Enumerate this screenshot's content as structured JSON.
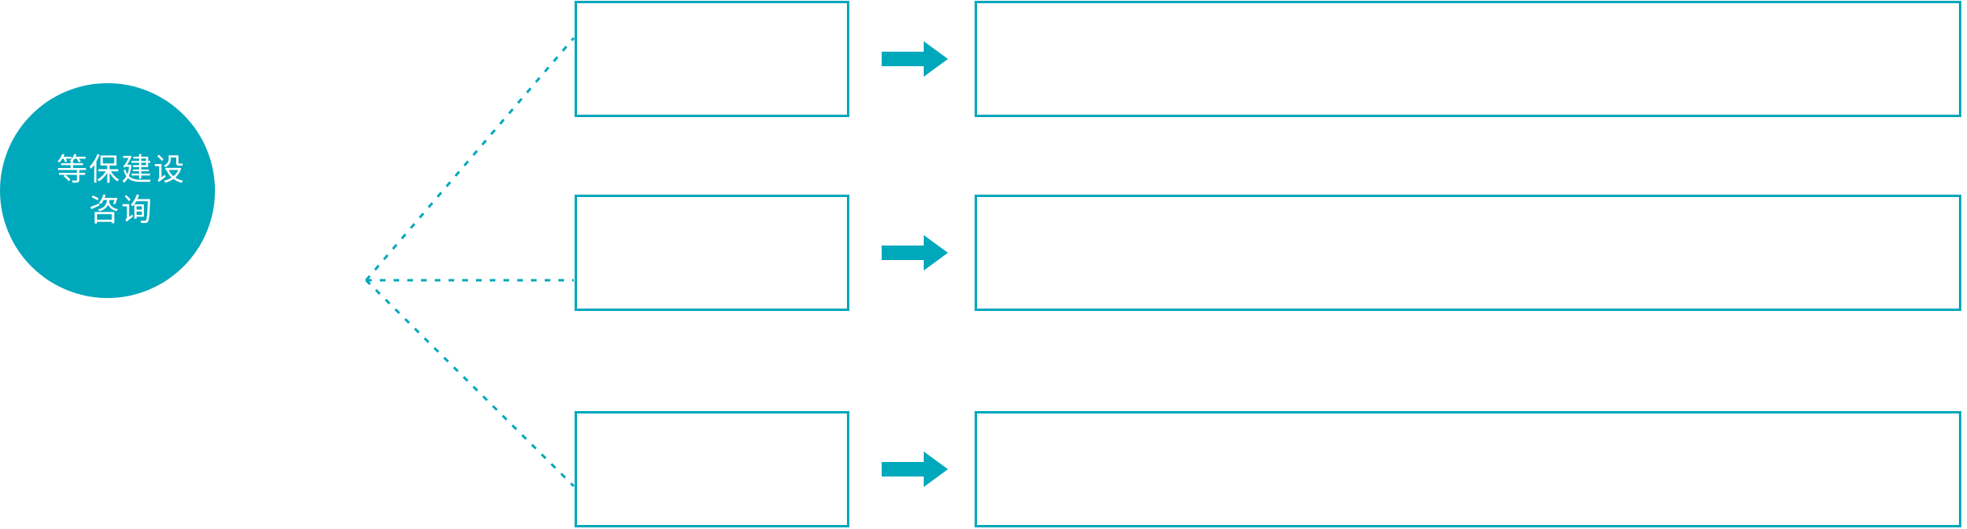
{
  "theme": {
    "accent": "#00a8bc",
    "background": "#ffffff",
    "hub_text_color": "#ffffff",
    "box_border_color": "#00a8bc"
  },
  "hub": {
    "label": "等保建设\n咨询",
    "shape": "circle"
  },
  "connector": {
    "style": "dotted",
    "color": "#00a8bc",
    "icon": "branch-connector-icon"
  },
  "rows": [
    {
      "stage_label": "",
      "arrow_icon": "arrow-right-icon",
      "detail_label": ""
    },
    {
      "stage_label": "",
      "arrow_icon": "arrow-right-icon",
      "detail_label": ""
    },
    {
      "stage_label": "",
      "arrow_icon": "arrow-right-icon",
      "detail_label": ""
    }
  ]
}
